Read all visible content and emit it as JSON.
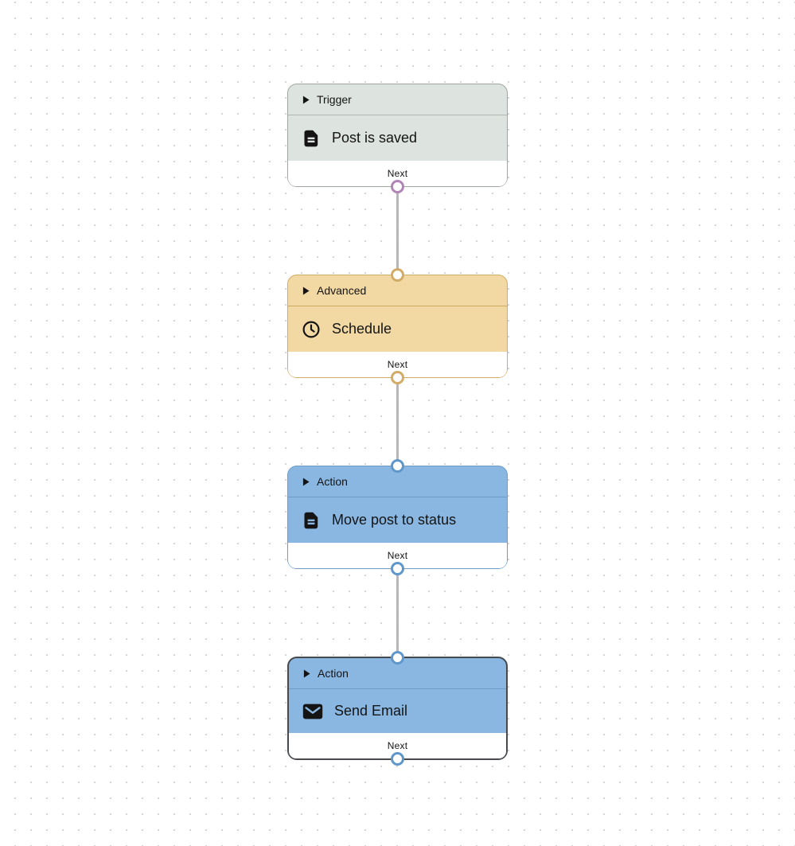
{
  "canvas": {
    "kind": "workflow-editor-canvas",
    "colors": {
      "background": "#ffffff",
      "dot": "#d6d6d9",
      "edge": "#b6b6bb"
    }
  },
  "nodes": [
    {
      "category": "Trigger",
      "title": "Post is saved",
      "icon": "document-icon",
      "footer": "Next",
      "selected": false,
      "ports": {
        "in": false,
        "out": true
      },
      "colors": {
        "fill": "#dde3de",
        "border": "#9fa69f",
        "divider": "#b0b7b1",
        "port": "#b184b8"
      }
    },
    {
      "category": "Advanced",
      "title": "Schedule",
      "icon": "clock-icon",
      "footer": "Next",
      "selected": false,
      "ports": {
        "in": true,
        "out": true
      },
      "colors": {
        "fill": "#f2d9a4",
        "border": "#d2ac66",
        "divider": "#cba75f",
        "port": "#d2ac66"
      }
    },
    {
      "category": "Action",
      "title": "Move post to status",
      "icon": "document-icon",
      "footer": "Next",
      "selected": false,
      "ports": {
        "in": true,
        "out": true
      },
      "colors": {
        "fill": "#89b7e2",
        "border": "#6d9cc8",
        "divider": "#6d9cc8",
        "port": "#5f97cb"
      }
    },
    {
      "category": "Action",
      "title": "Send Email",
      "icon": "mail-icon",
      "footer": "Next",
      "selected": true,
      "ports": {
        "in": true,
        "out": true
      },
      "colors": {
        "fill": "#89b7e2",
        "border": "#46494d",
        "divider": "#6d9cc8",
        "port": "#5f97cb"
      }
    }
  ]
}
